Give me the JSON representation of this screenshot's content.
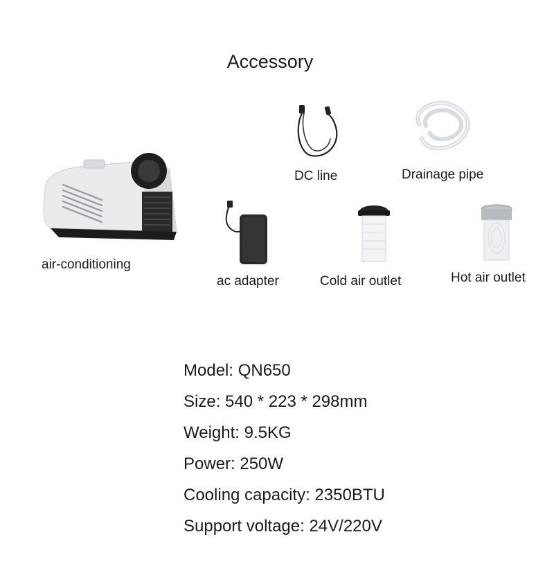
{
  "heading": "Accessory",
  "items": {
    "dc_line": "DC line",
    "drainage_pipe": "Drainage pipe",
    "air_conditioning": "air-conditioning",
    "ac_adapter": "ac adapter",
    "cold_air_outlet": "Cold air outlet",
    "hot_air_outlet": "Hot air outlet"
  },
  "specs": [
    "Model: QN650",
    "Size: 540 * 223 * 298mm",
    "Weight: 9.5KG",
    "Power: 250W",
    "Cooling capacity: 2350BTU",
    "Support voltage: 24V/220V"
  ]
}
